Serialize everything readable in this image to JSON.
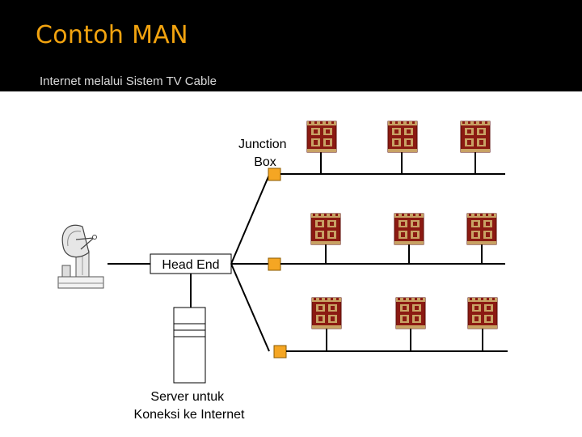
{
  "slide": {
    "title": "Contoh MAN",
    "subtitle": "Internet melalui Sistem TV Cable"
  },
  "diagram": {
    "junction_box_label_line1": "Junction",
    "junction_box_label_line2": "Box",
    "head_end_label": "Head End",
    "server_label_line1": "Server untuk",
    "server_label_line2": "Koneksi ke Internet",
    "colors": {
      "title": "#f2a30f",
      "junction_box": "#f5a623",
      "house_body": "#8b1a12",
      "house_trim": "#c8a264"
    },
    "icons": [
      "satellite-dish-icon",
      "server-icon",
      "junction-box-icon",
      "house-icon"
    ]
  }
}
